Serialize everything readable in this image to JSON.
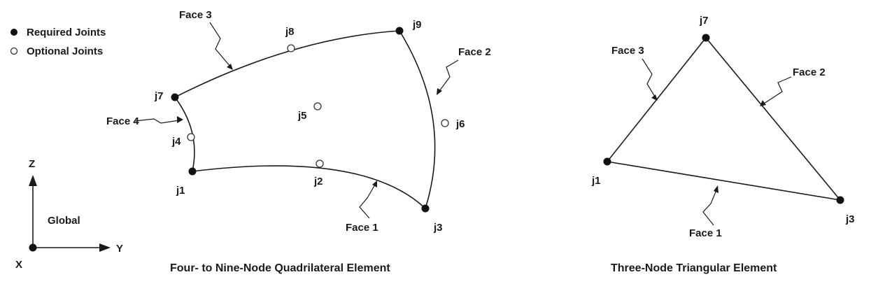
{
  "legend": {
    "required": "Required Joints",
    "optional": "Optional Joints"
  },
  "quad": {
    "caption": "Four- to Nine-Node Quadrilateral Element",
    "joints": {
      "j1": "j1",
      "j2": "j2",
      "j3": "j3",
      "j4": "j4",
      "j5": "j5",
      "j6": "j6",
      "j7": "j7",
      "j8": "j8",
      "j9": "j9"
    },
    "faces": {
      "f1": "Face 1",
      "f2": "Face 2",
      "f3": "Face 3",
      "f4": "Face 4"
    }
  },
  "tri": {
    "caption": "Three-Node Triangular Element",
    "joints": {
      "j1": "j1",
      "j3": "j3",
      "j7": "j7"
    },
    "faces": {
      "f1": "Face 1",
      "f2": "Face 2",
      "f3": "Face 3"
    }
  },
  "axes": {
    "z": "Z",
    "y": "Y",
    "x": "X",
    "label": "Global"
  }
}
